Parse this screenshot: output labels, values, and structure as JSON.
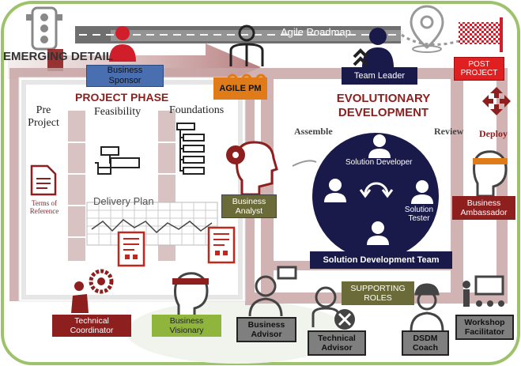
{
  "roadmap": {
    "label": "Agile Roadmap",
    "emerging_detail": "EMERGING DETAIL",
    "post_project": "POST PROJECT"
  },
  "phases": {
    "pre_project": "Pre Project",
    "project_phase": "PROJECT PHASE",
    "feasibility": "Feasibility",
    "foundations": "Foundations",
    "evolutionary": "EVOLUTIONARY DEVELOPMENT",
    "assemble": "Assemble",
    "review": "Review",
    "deploy": "Deploy",
    "delivery_plan": "Delivery Plan",
    "terms_of_reference": "Terms of Reference"
  },
  "roles": {
    "business_sponsor": "Business Sponsor",
    "agile_pm": "AGILE PM",
    "team_leader": "Team Leader",
    "business_analyst": "Business Analyst",
    "business_ambassador": "Business Ambassador",
    "solution_developer": "Solution Developer",
    "solution_tester": "Solution Tester",
    "solution_development_team": "Solution Development Team",
    "supporting_roles": "SUPPORTING ROLES",
    "technical_coordinator": "Technical Coordinator",
    "business_visionary": "Business Visionary",
    "business_advisor": "Business Advisor",
    "technical_advisor": "Technical Advisor",
    "dsdm_coach": "DSDM Coach",
    "workshop_facilitator": "Workshop Facilitator"
  },
  "colors": {
    "maroon": "#8e1f1f",
    "dusty_rose": "#c9a6a6",
    "orange": "#e07b1a",
    "navy": "#1a1a4a",
    "red": "#e02020",
    "olive": "#6b6b3a",
    "green": "#8fb53c",
    "blue": "#4a6fb0",
    "grey": "#7f7f7f",
    "border_green": "#9cc36a"
  },
  "icons": [
    "traffic-light-icon",
    "finish-flag-icon",
    "map-pin-icon",
    "chevron-up-icon",
    "move-arrows-icon",
    "document-icon",
    "flowchart-icon",
    "checklist-icon",
    "gear-head-icon",
    "telescope-person-icon",
    "person-icon",
    "cycle-icon"
  ]
}
